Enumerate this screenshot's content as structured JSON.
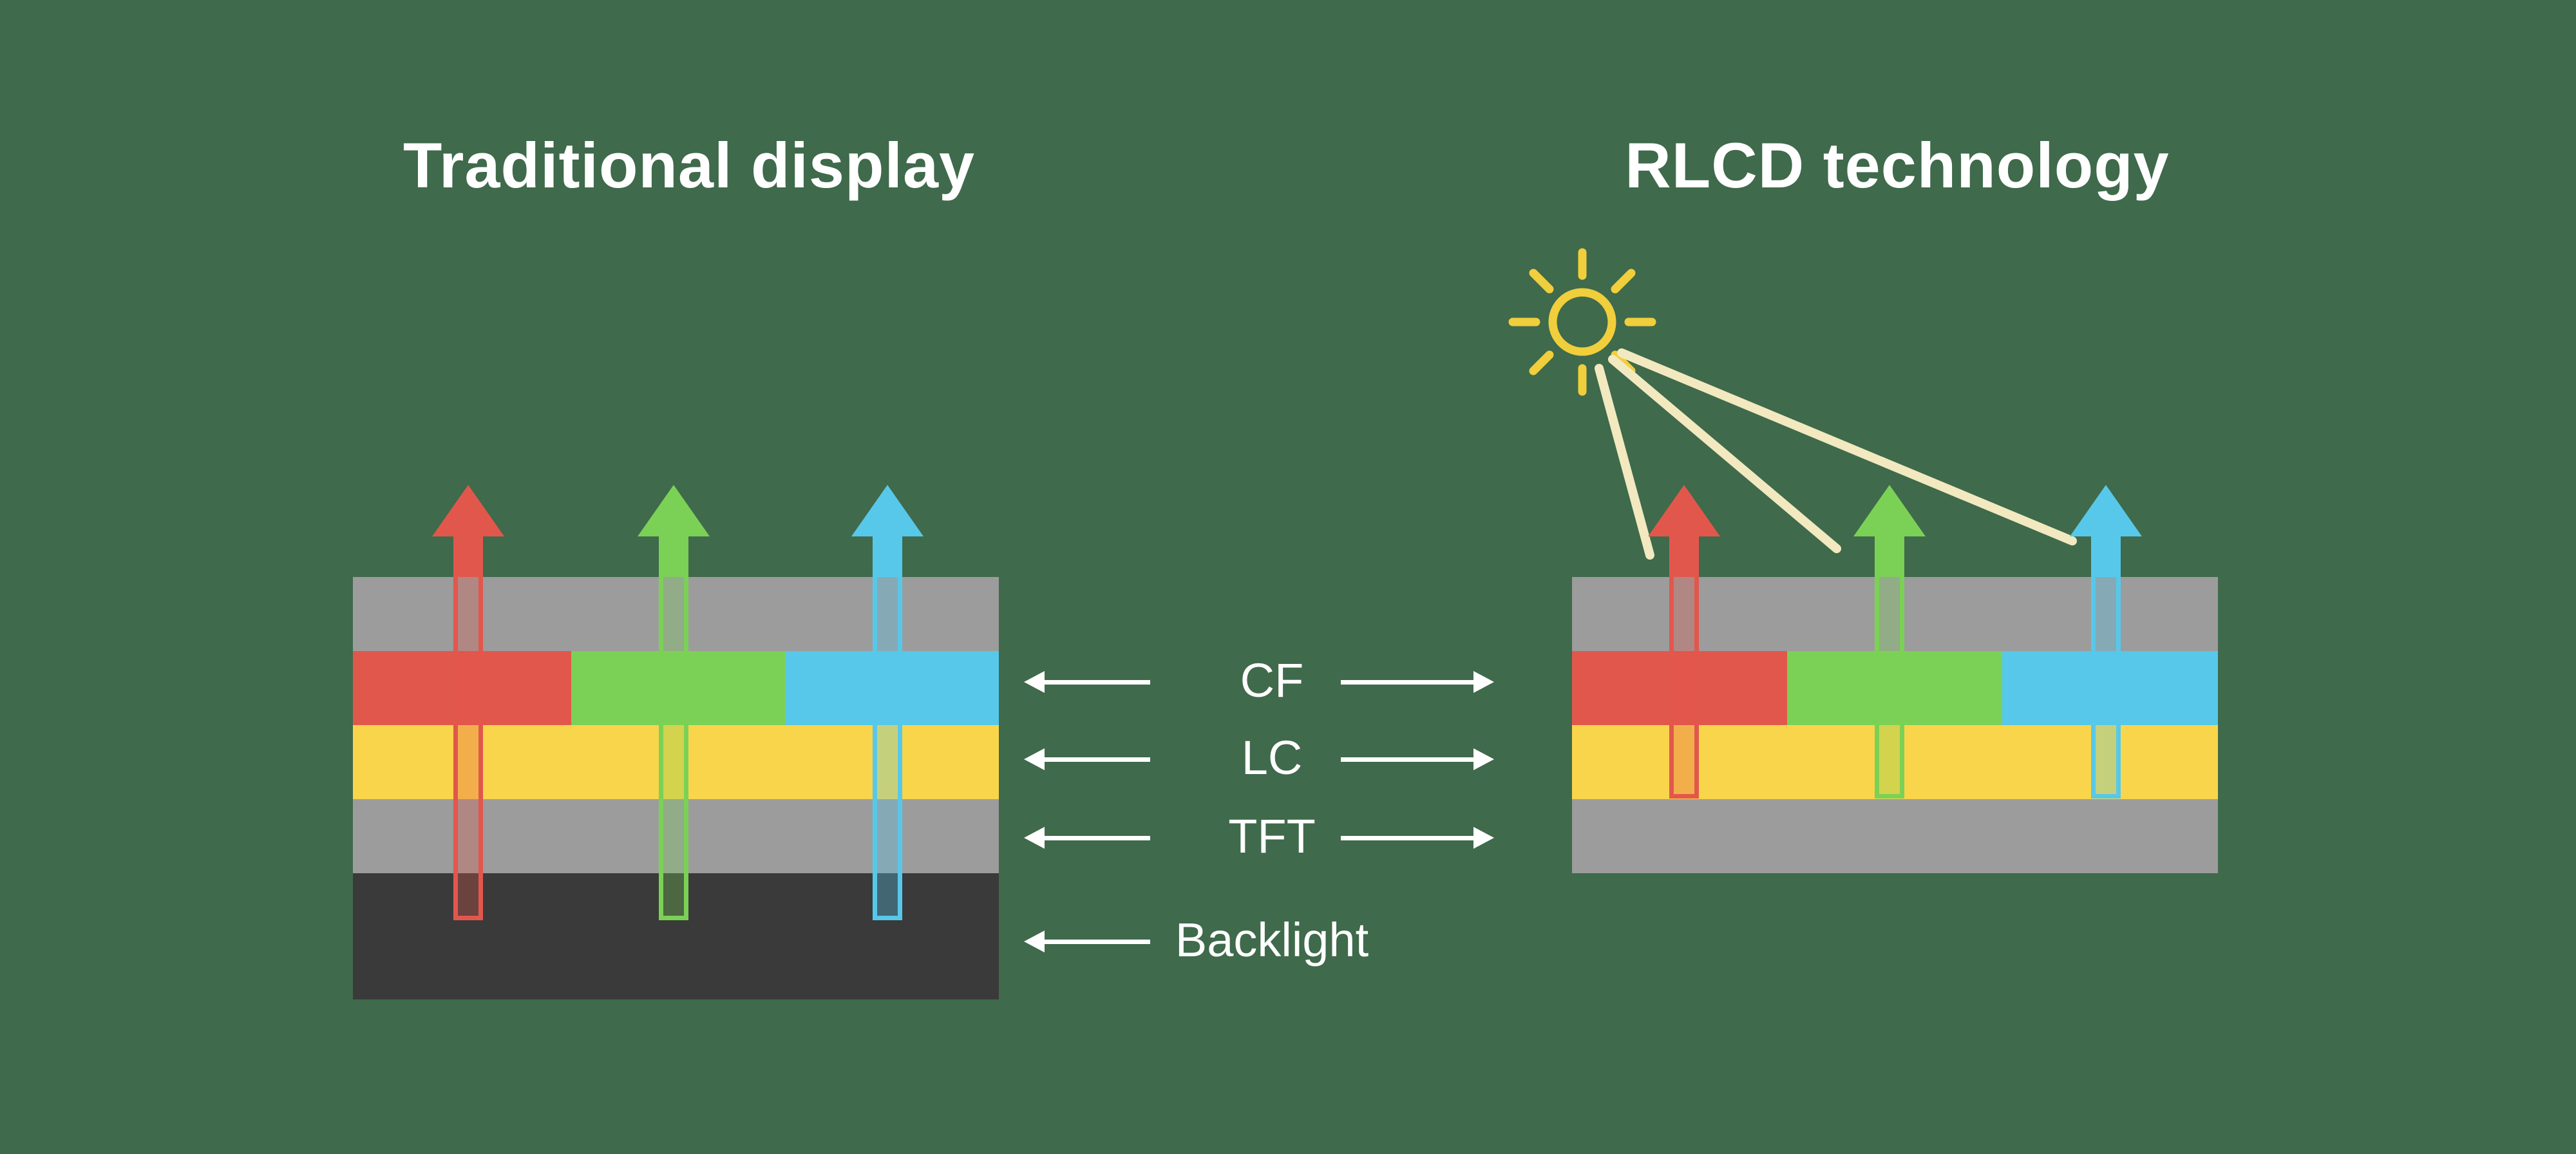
{
  "titles": {
    "left": "Traditional display",
    "right": "RLCD technology"
  },
  "callouts": [
    {
      "label": "CF",
      "left_arrow": true,
      "right_arrow": true
    },
    {
      "label": "LC",
      "left_arrow": true,
      "right_arrow": true
    },
    {
      "label": "TFT",
      "left_arrow": true,
      "right_arrow": true
    },
    {
      "label": "Backlight",
      "left_arrow": true,
      "right_arrow": false
    }
  ],
  "stacks": {
    "left": {
      "layers": [
        "glass",
        "color-filter",
        "liquid-crystal",
        "tft",
        "backlight"
      ]
    },
    "right": {
      "layers": [
        "glass",
        "color-filter",
        "liquid-crystal",
        "tft"
      ]
    }
  },
  "icons": {
    "sun": "sun-icon",
    "up_arrows": [
      "red-up-arrow",
      "green-up-arrow",
      "cyan-up-arrow"
    ]
  },
  "colors": {
    "background": "#3F6A4B",
    "text": "#FFFFFF",
    "glass": "#9C9C9C",
    "red": "#E2574C",
    "green": "#7BD156",
    "cyan": "#57C8EA",
    "yellow": "#F9D54B",
    "backlight": "#3A3A3A",
    "sun": "#F0CE3C",
    "beam": "#F2E9C0"
  }
}
